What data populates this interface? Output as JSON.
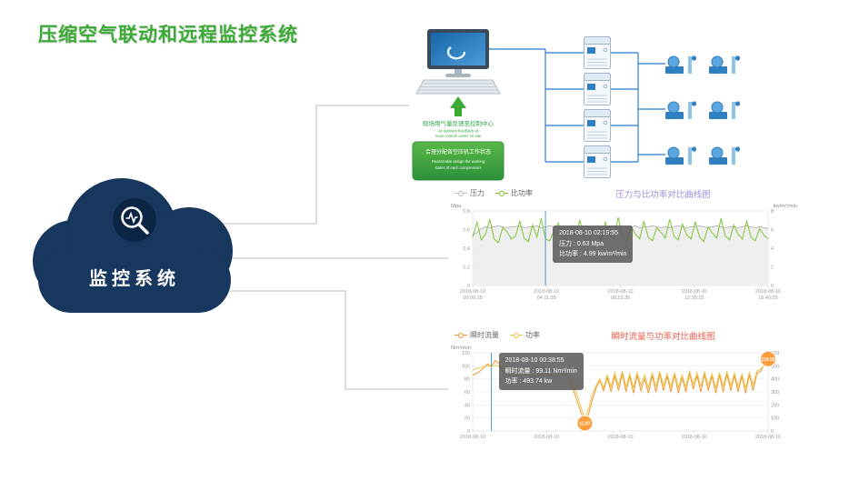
{
  "page": {
    "title": "压缩空气联动和远程监控系统"
  },
  "cloud": {
    "label": "监控系统",
    "color": "#17375e"
  },
  "diagram": {
    "feedback_cn": "现场用气量反馈至控制中心",
    "feedback_en_1": "Air delivery feedback of",
    "feedback_en_2": "main control center on site",
    "assign_cn": "合理分配各空压机工作状态",
    "assign_en_1": "Reasonable assign the working",
    "assign_en_2": "states of each compressors"
  },
  "chart_data": [
    {
      "type": "line",
      "title": "压力与比功率对比曲线图",
      "title_color": "#a78fdd",
      "legend_position": "top-left",
      "grid": true,
      "y_left": {
        "label": "Mpa",
        "min": 0,
        "max": 0.8,
        "ticks": [
          "0",
          "0.2",
          "0.4",
          "0.6",
          "0.8"
        ]
      },
      "y_right": {
        "label": "kw/m³/min",
        "min": 0,
        "max": 8,
        "ticks": [
          "0",
          "2",
          "4",
          "6",
          "8"
        ]
      },
      "x_ticks": [
        "2018-08-10\n00:00:15",
        "2018-08-10\n04:11:55",
        "2018-08-10\n08:23:35",
        "2018-08-10\n12:35:15",
        "2018-08-10\n16:46:55"
      ],
      "series": [
        {
          "name": "压力",
          "axis": "left",
          "color": "#b9b9b9",
          "area": true,
          "values": [
            0.54,
            0.57,
            0.61,
            0.63,
            0.62,
            0.63,
            0.64,
            0.63,
            0.62,
            0.63,
            0.63,
            0.64,
            0.62,
            0.63,
            0.63,
            0.64,
            0.62,
            0.63,
            0.64,
            0.63,
            0.62,
            0.61,
            0.63,
            0.64,
            0.63,
            0.62,
            0.63,
            0.63,
            0.62,
            0.64,
            0.63,
            0.62,
            0.63,
            0.64,
            0.63,
            0.63,
            0.62,
            0.63,
            0.64,
            0.62,
            0.63,
            0.63,
            0.64,
            0.63,
            0.62,
            0.63,
            0.62,
            0.63,
            0.64,
            0.63,
            0.62,
            0.63,
            0.63,
            0.64,
            0.63,
            0.62,
            0.63,
            0.64,
            0.63,
            0.62,
            0.63,
            0.63,
            0.62,
            0.63,
            0.64,
            0.63,
            0.62,
            0.63,
            0.62,
            0.61
          ]
        },
        {
          "name": "比功率",
          "axis": "right",
          "color": "#7ec636",
          "values": [
            5.2,
            6.8,
            4.9,
            5.5,
            7.1,
            5.0,
            4.6,
            6.2,
            5.8,
            5.0,
            5.3,
            6.9,
            5.1,
            4.7,
            6.5,
            5.2,
            7.2,
            4.99,
            4.8,
            5.9,
            6.7,
            5.1,
            4.9,
            6.3,
            5.4,
            7.0,
            5.2,
            4.8,
            6.1,
            5.6,
            4.9,
            6.8,
            5.3,
            5.0,
            7.3,
            5.1,
            4.7,
            6.4,
            5.5,
            5.0,
            6.9,
            5.2,
            4.8,
            6.2,
            5.7,
            5.1,
            7.1,
            5.3,
            4.9,
            6.6,
            5.4,
            5.0,
            6.8,
            5.2,
            4.7,
            6.3,
            5.6,
            5.1,
            7.2,
            5.3,
            4.9,
            6.5,
            5.5,
            5.0,
            6.9,
            5.2,
            4.8,
            6.1,
            5.4,
            5.0
          ]
        }
      ],
      "crosshair_index": 17,
      "tooltip": [
        "2018-08-10 02:19:55",
        "压力 : 0.63 Mpa",
        "比功率 : 4.99 kw/m³/min"
      ],
      "badges": []
    },
    {
      "type": "line",
      "title": "瞬时流量与功率对比曲线图",
      "title_color": "#ef5f4c",
      "legend_position": "top-left",
      "grid": true,
      "y_left": {
        "label": "Nm³/min",
        "min": 0,
        "max": 120,
        "ticks": [
          "0",
          "20",
          "40",
          "60",
          "80",
          "100",
          "120"
        ]
      },
      "y_right": {
        "label": "",
        "min": 0,
        "max": 600,
        "ticks": [
          "0",
          "100",
          "200",
          "300",
          "400",
          "500",
          "600"
        ]
      },
      "x_ticks": [
        "2018-08-10",
        "2018-08-10",
        "2018-08-10",
        "2018-08-10",
        "2018-08-10"
      ],
      "series": [
        {
          "name": "瞬时流量",
          "axis": "left",
          "color": "#f2962c",
          "values": [
            86,
            88,
            92,
            97,
            103,
            99.11,
            108,
            104,
            92,
            87,
            85,
            84,
            86,
            85,
            87,
            86,
            85,
            84,
            86,
            87,
            85,
            86,
            84,
            85,
            86,
            87,
            75,
            62,
            45,
            28,
            11.87,
            26,
            48,
            66,
            78,
            62,
            82,
            60,
            85,
            62,
            88,
            60,
            84,
            58,
            86,
            62,
            80,
            58,
            85,
            60,
            88,
            62,
            84,
            60,
            86,
            58,
            82,
            60,
            88,
            64,
            85,
            60,
            87,
            62,
            84,
            58,
            86,
            60,
            88,
            62,
            85,
            60,
            84,
            58,
            86,
            62,
            88,
            92,
            101,
            110.55
          ]
        },
        {
          "name": "功率",
          "axis": "right",
          "color": "#e8c64f",
          "values": [
            470,
            478,
            486,
            492,
            500,
            493.74,
            505,
            498,
            480,
            472,
            468,
            465,
            470,
            468,
            472,
            470,
            468,
            465,
            470,
            472,
            468,
            470,
            465,
            468,
            470,
            472,
            420,
            350,
            270,
            180,
            95,
            170,
            280,
            350,
            400,
            330,
            430,
            340,
            450,
            350,
            460,
            340,
            440,
            330,
            450,
            350,
            430,
            330,
            450,
            340,
            460,
            350,
            440,
            340,
            450,
            330,
            430,
            340,
            460,
            360,
            450,
            340,
            455,
            350,
            440,
            330,
            450,
            340,
            460,
            350,
            445,
            340,
            438,
            330,
            450,
            352,
            460,
            475,
            500,
            520
          ]
        }
      ],
      "crosshair_index": 5,
      "tooltip": [
        "2018-08-10 00:38:55",
        "瞬时流量 : 99.11 Nm³/min",
        "功率 : 493.74 kw"
      ],
      "badges": [
        {
          "series": 0,
          "index": 30,
          "label": "11.87"
        },
        {
          "series": 0,
          "index": 79,
          "label": "110.55"
        }
      ]
    }
  ]
}
